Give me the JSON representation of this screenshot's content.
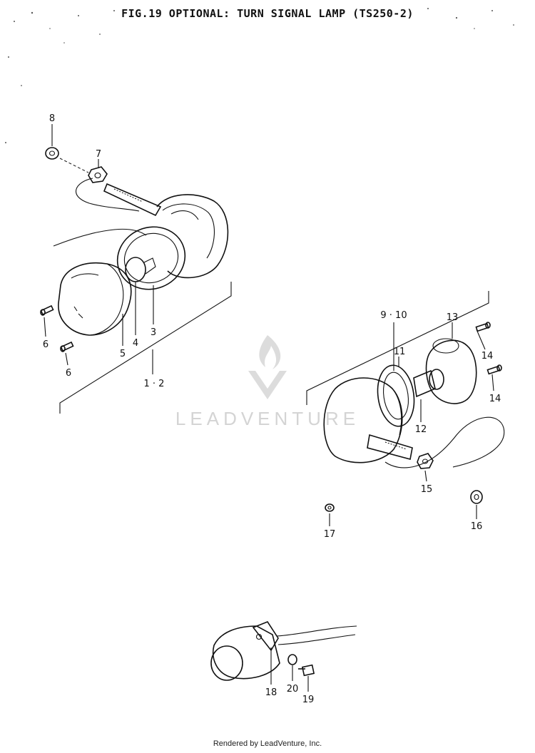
{
  "figure": {
    "title": "FIG.19  OPTIONAL: TURN SIGNAL LAMP (TS250-2)",
    "watermark": "LEADVENTURE",
    "footer": "Rendered by LeadVenture, Inc."
  },
  "callouts": {
    "c8": "8",
    "c7": "7",
    "c6a": "6",
    "c6b": "6",
    "c5": "5",
    "c4": "4",
    "c3": "3",
    "c12group": "1 · 2",
    "c910": "9 · 10",
    "c11": "11",
    "c13": "13",
    "c14a": "14",
    "c14b": "14",
    "c12": "12",
    "c15": "15",
    "c16": "16",
    "c17": "17",
    "c18": "18",
    "c20": "20",
    "c19": "19"
  }
}
